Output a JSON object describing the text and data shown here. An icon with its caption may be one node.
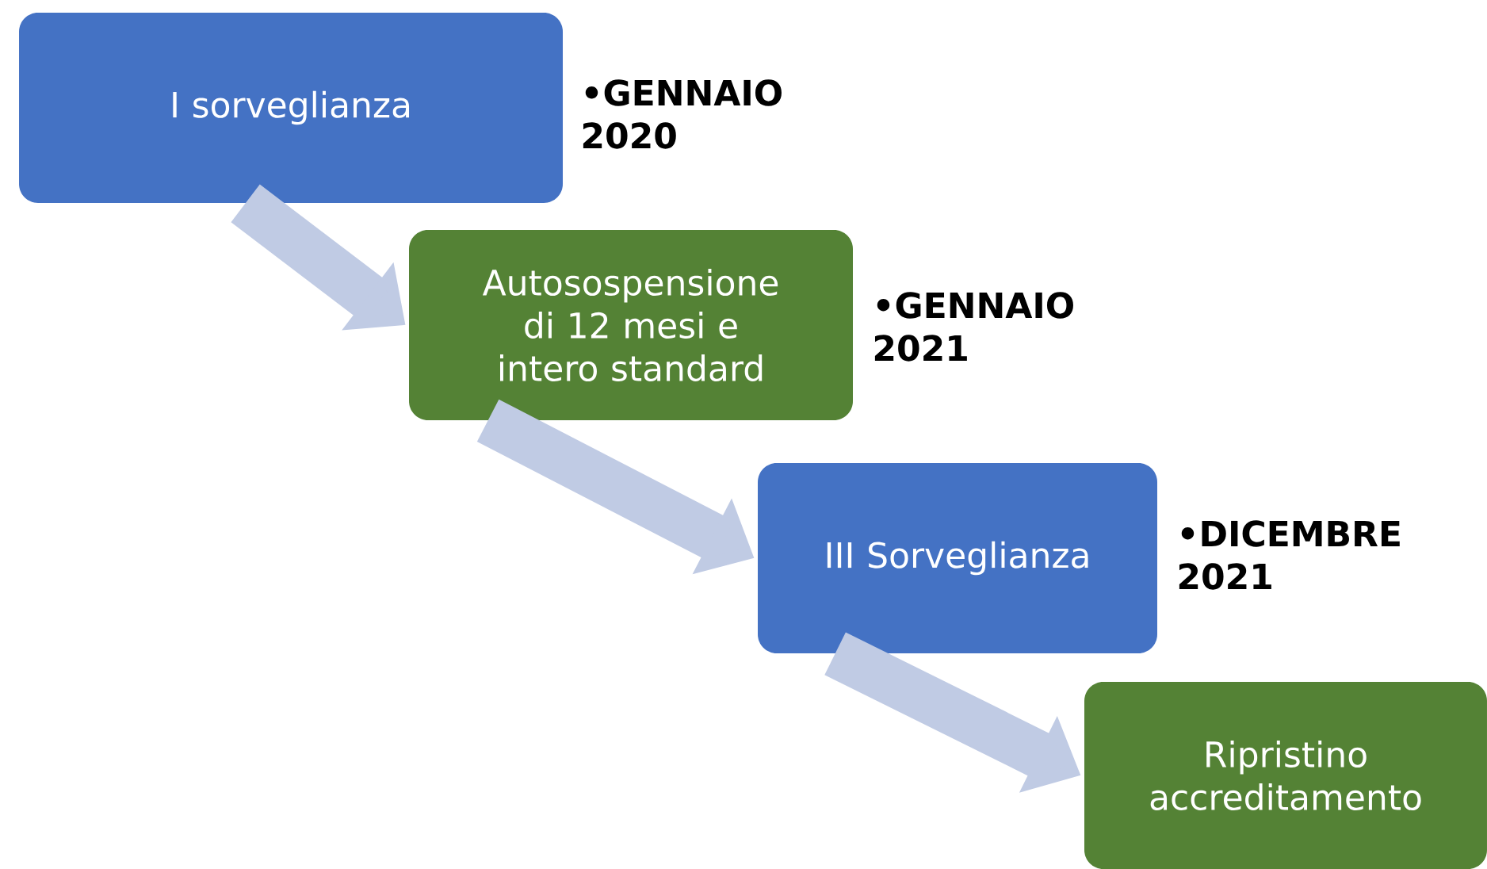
{
  "diagram": {
    "nodes": [
      {
        "text": [
          "I sorveglianza"
        ],
        "beside": [
          "•GENNAIO 2020"
        ]
      },
      {
        "text": [
          "Autosospensione di 12 mesi e intero standard"
        ],
        "beside": [
          "•GENNAIO 2021"
        ]
      },
      {
        "text": [
          "III Sorveglianza"
        ],
        "beside": [
          "•DICEMBRE 2021"
        ]
      },
      {
        "text": [
          "Ripristino accreditamento"
        ]
      }
    ],
    "edges": [
      {
        "from": 0,
        "to": 1,
        "arrow": "to"
      },
      {
        "from": 1,
        "to": 2,
        "arrow": "to"
      },
      {
        "from": 2,
        "to": 3,
        "arrow": "to"
      }
    ]
  }
}
